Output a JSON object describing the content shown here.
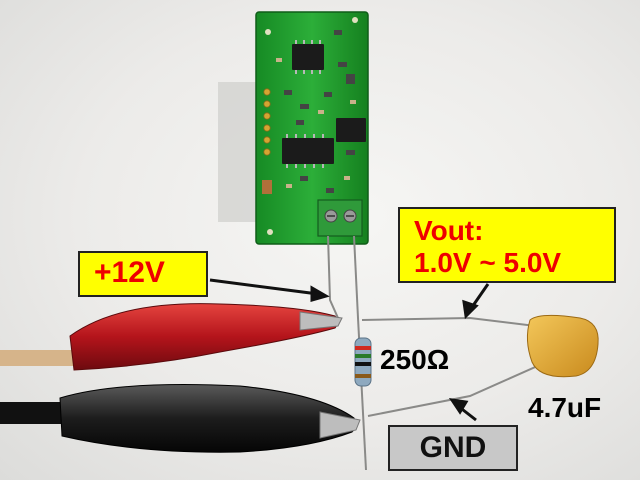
{
  "labels": {
    "supply": "+12V",
    "vout_line1": "Vout:",
    "vout_line2": "1.0V ~ 5.0V",
    "resistor": "250Ω",
    "capacitor": "4.7uF",
    "ground": "GND"
  },
  "colors": {
    "label_fill": "#ffff00",
    "label_text": "#ee0000",
    "gnd_fill": "#c8c8c8",
    "pcb_green": "#1f9e2c",
    "red_clip": "#c4161c",
    "black_clip": "#222222",
    "capacitor_body": "#e8b23a",
    "terminal_block": "#2f9a3a"
  }
}
